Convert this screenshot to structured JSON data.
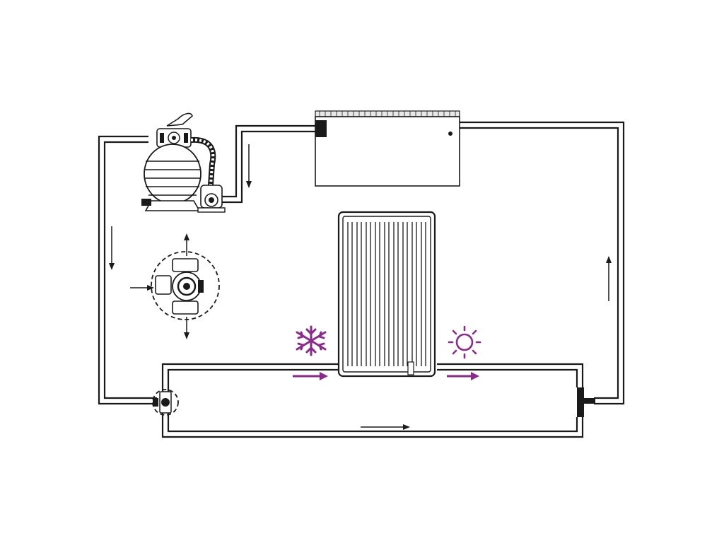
{
  "colors": {
    "line": "#1a1a1a",
    "accent": "#8b2a8c",
    "background": "#ffffff"
  },
  "icons": {
    "cold_inlet": "snowflake-icon",
    "warm_outlet": "sun-icon"
  },
  "components": [
    "sand-filter-pump",
    "pool",
    "solar-collector",
    "three-way-valve",
    "bypass-valve",
    "return-fitting"
  ]
}
